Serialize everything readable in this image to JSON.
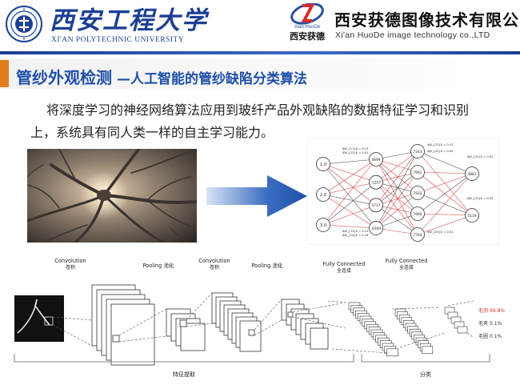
{
  "header": {
    "university_cn": "西安工程大学",
    "university_en": "XI'AN POLYTECHNIC UNIVERSITY",
    "logo_en": "Xian HuoDe",
    "logo_cn": "西安获德",
    "company_cn": "西安获德图像技术有限公司",
    "company_en": "Xi'an HuoDe image technology co.,LTD"
  },
  "title": {
    "main": "管纱外观检测",
    "sub": "—人工智能的管纱缺陷分类算法"
  },
  "description": {
    "line1": "将深度学习的神经网络算法应用到玻纤产品外观缺陷的数据特征学习和识别",
    "line2": "上，系统具有同人类一样的自主学习能力。"
  },
  "network": {
    "inputs": [
      "1.0",
      "2.0",
      "3.0"
    ],
    "hidden1": [
      "4699",
      ".5227",
      "3717",
      ".6169"
    ],
    "hidden2": [
      "7243",
      "7991",
      "7932",
      "7666",
      "7764"
    ],
    "outputs": [
      "4881",
      "5119"
    ],
    "weight_labels": [
      "$W_{11}$ = 0.13",
      "$W_{12}$ = 0.01",
      "$W_{13}$ = 0.12",
      "$W_{14}$ = 0.16",
      "$W_{21}$ = 0.37",
      "$W_{22}$ = 0.42",
      "$W_{25}$ = 0.51",
      "$W_{31}$ = 0.52",
      "$W_{32}$ = 0.03"
    ]
  },
  "cnn": {
    "stages": [
      {
        "en": "Convolution",
        "cn": "卷积"
      },
      {
        "en": "Pooling",
        "cn": "池化"
      },
      {
        "en": "Convolution",
        "cn": "卷积"
      },
      {
        "en": "Pooling",
        "cn": "池化"
      },
      {
        "en": "Fully Connected",
        "cn": "全连接"
      },
      {
        "en": "Fully Connected",
        "cn": "全连接"
      }
    ],
    "feature_label": "特征提取",
    "classify_label": "分类",
    "results": [
      {
        "label": "毛羽",
        "value": "99.8%",
        "color": "#d9342b"
      },
      {
        "label": "毛夹",
        "value": "0.1%",
        "color": "#333333"
      },
      {
        "label": "毛圈",
        "value": "0.1%",
        "color": "#333333"
      }
    ]
  },
  "colors": {
    "brand_blue": "#1c3f94",
    "title_blue": "#1f4fa8",
    "accent_orange": "#e07e1f",
    "nn_red": "#d63a3a",
    "arrow_blue": "#2f5fb8"
  }
}
